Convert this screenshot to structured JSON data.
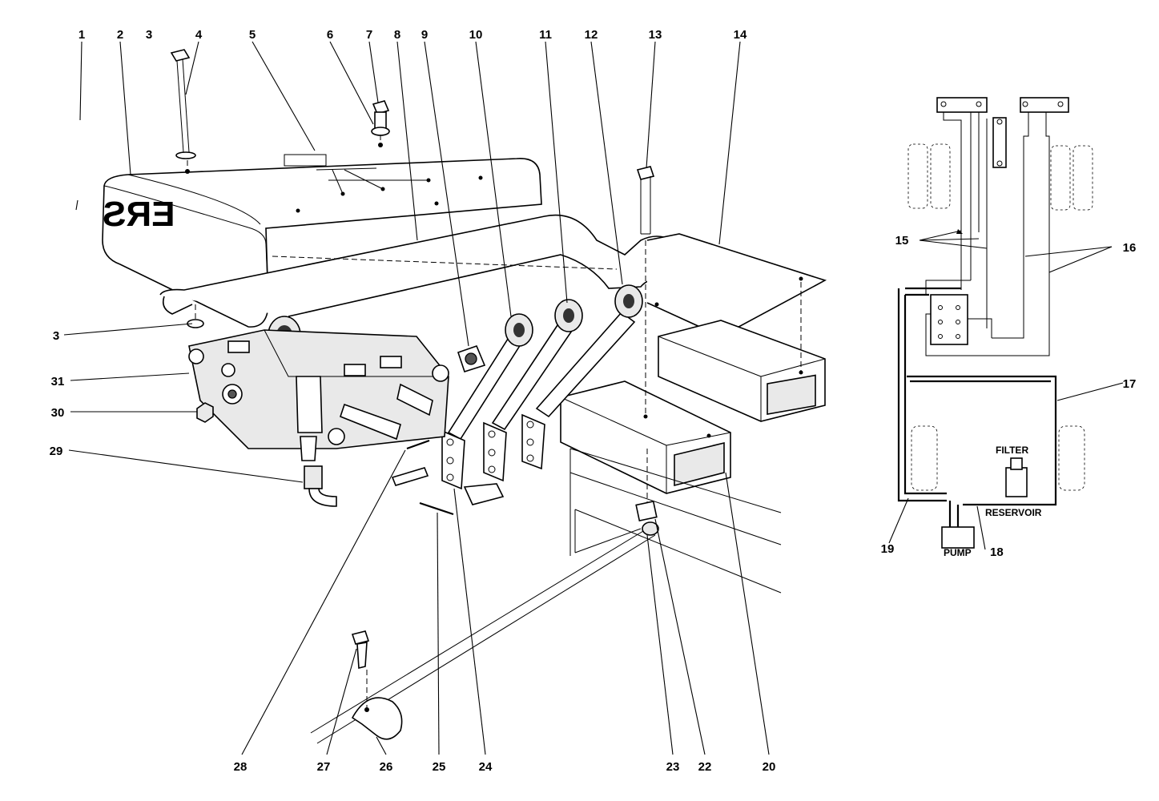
{
  "callouts": [
    {
      "id": "1",
      "text": "1"
    },
    {
      "id": "2",
      "text": "2"
    },
    {
      "id": "3a",
      "text": "3"
    },
    {
      "id": "4",
      "text": "4"
    },
    {
      "id": "5",
      "text": "5"
    },
    {
      "id": "6",
      "text": "6"
    },
    {
      "id": "7",
      "text": "7"
    },
    {
      "id": "8",
      "text": "8"
    },
    {
      "id": "9",
      "text": "9"
    },
    {
      "id": "10",
      "text": "10"
    },
    {
      "id": "11",
      "text": "11"
    },
    {
      "id": "12",
      "text": "12"
    },
    {
      "id": "13",
      "text": "13"
    },
    {
      "id": "14",
      "text": "14"
    },
    {
      "id": "15",
      "text": "15"
    },
    {
      "id": "16",
      "text": "16"
    },
    {
      "id": "17",
      "text": "17"
    },
    {
      "id": "18",
      "text": "18"
    },
    {
      "id": "19",
      "text": "19"
    },
    {
      "id": "3b",
      "text": "3"
    },
    {
      "id": "31",
      "text": "31"
    },
    {
      "id": "30",
      "text": "30"
    },
    {
      "id": "29",
      "text": "29"
    },
    {
      "id": "28",
      "text": "28"
    },
    {
      "id": "27",
      "text": "27"
    },
    {
      "id": "26",
      "text": "26"
    },
    {
      "id": "25",
      "text": "25"
    },
    {
      "id": "24",
      "text": "24"
    },
    {
      "id": "23",
      "text": "23"
    },
    {
      "id": "22",
      "text": "22"
    },
    {
      "id": "20",
      "text": "20"
    }
  ],
  "schematic_labels": {
    "filter": "FILTER",
    "reservoir": "RESERVOIR",
    "pump": "PUMP"
  },
  "decal_text": "ERS"
}
